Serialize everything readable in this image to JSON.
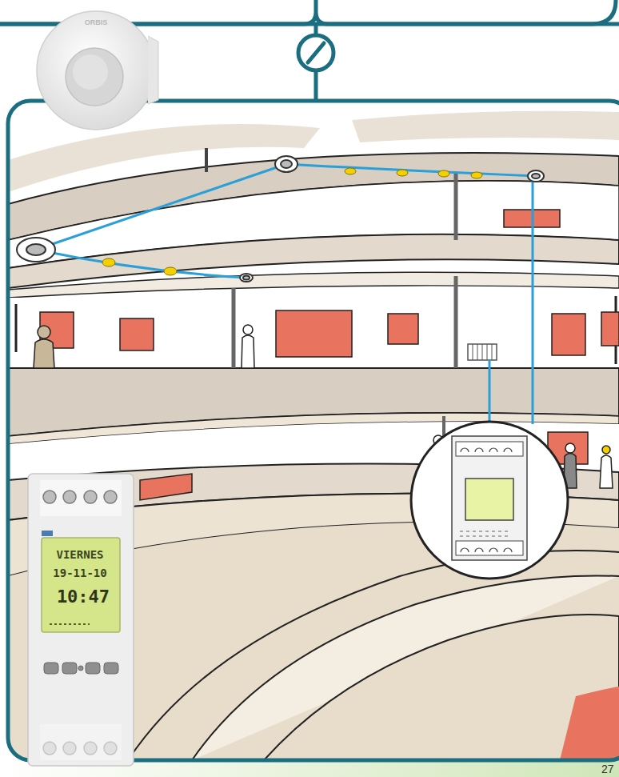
{
  "diagram": {
    "labels": [
      "ORBIS",
      "VIERNES",
      "19-11-10",
      "10:47",
      "27"
    ]
  }
}
